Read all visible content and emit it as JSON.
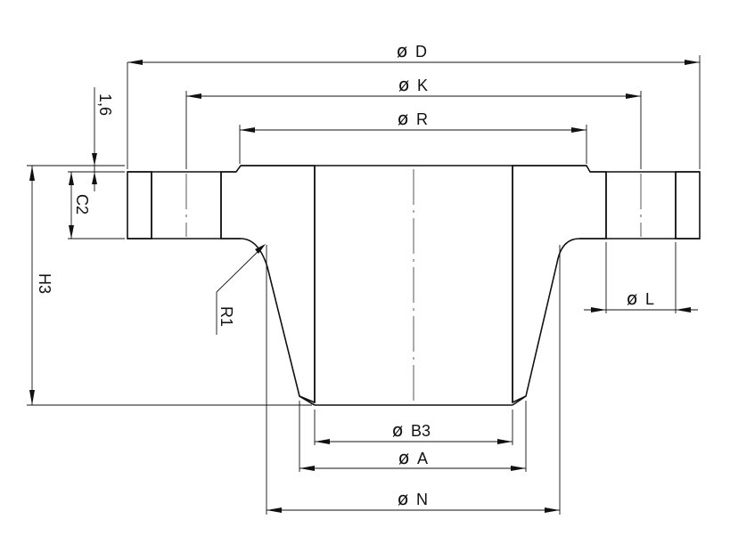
{
  "drawing": {
    "dimensions": {
      "D": "D",
      "K": "K",
      "R": "R",
      "B3": "B3",
      "A": "A",
      "N": "N",
      "L": "L",
      "H3": "H3",
      "C2": "C2",
      "R1": "R1",
      "raised_face": "1,6"
    },
    "diameter_symbol": "ø"
  }
}
